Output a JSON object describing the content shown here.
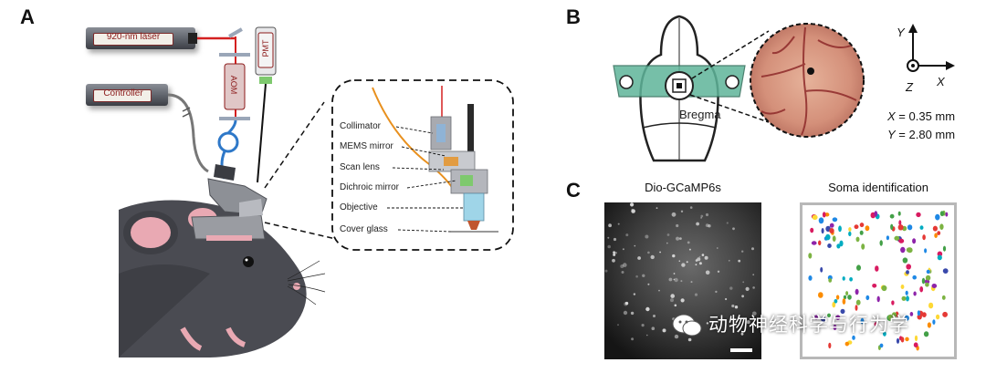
{
  "panels": {
    "a": "A",
    "b": "B",
    "c": "C"
  },
  "panel_a": {
    "laser_label": "920-nm laser",
    "controller_label": "Controller",
    "aom_label": "AOM",
    "pmt_label": "PMT",
    "inset_labels": [
      "Collimator",
      "MEMS mirror",
      "Scan lens",
      "Dichroic mirror",
      "Objective",
      "Cover glass"
    ]
  },
  "panel_b": {
    "bregma_label": "Bregma",
    "axis_y": "Y",
    "axis_x": "X",
    "axis_z": "Z",
    "x_value": "= 0.35 mm",
    "y_value": "= 2.80 mm",
    "x_var": "X",
    "y_var": "Y"
  },
  "panel_c": {
    "left_title": "Dio-GCaMP6s",
    "right_title": "Soma identification"
  },
  "watermark_text": "动物神经科学与行为学",
  "colors": {
    "laser_beam": "#d42020",
    "fiber_orange": "#e8901e",
    "window_green": "#5fb59a",
    "mouse_gray": "#4a4b52",
    "ear_pink": "#e9a9b3"
  }
}
